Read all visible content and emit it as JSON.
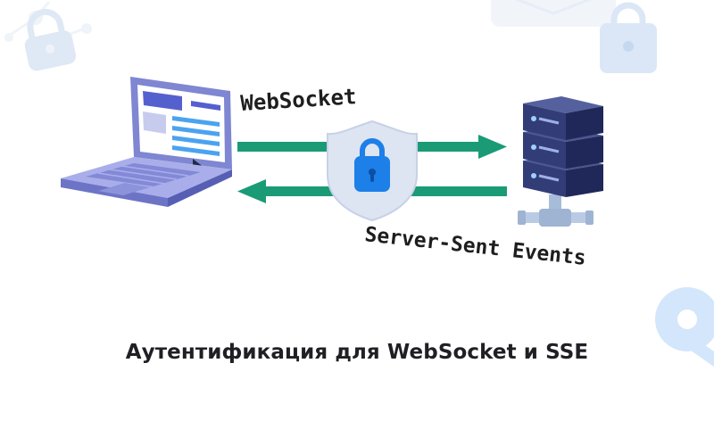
{
  "diagram": {
    "label_websocket": "WebSocket",
    "label_sse": "Server-Sent Events",
    "caption": "Аутентификация для WebSocket и SSE",
    "colors": {
      "arrow": "#1a9b76",
      "shield_fill": "#dde4f2",
      "lock": "#1d7fe8",
      "server_body": "#2f3a6e",
      "laptop_body": "#8f96dc",
      "decor_lock": "#cfe1f7"
    },
    "icons": [
      "laptop-icon",
      "server-icon",
      "shield-lock-icon",
      "padlock-icon",
      "key-icon"
    ]
  }
}
